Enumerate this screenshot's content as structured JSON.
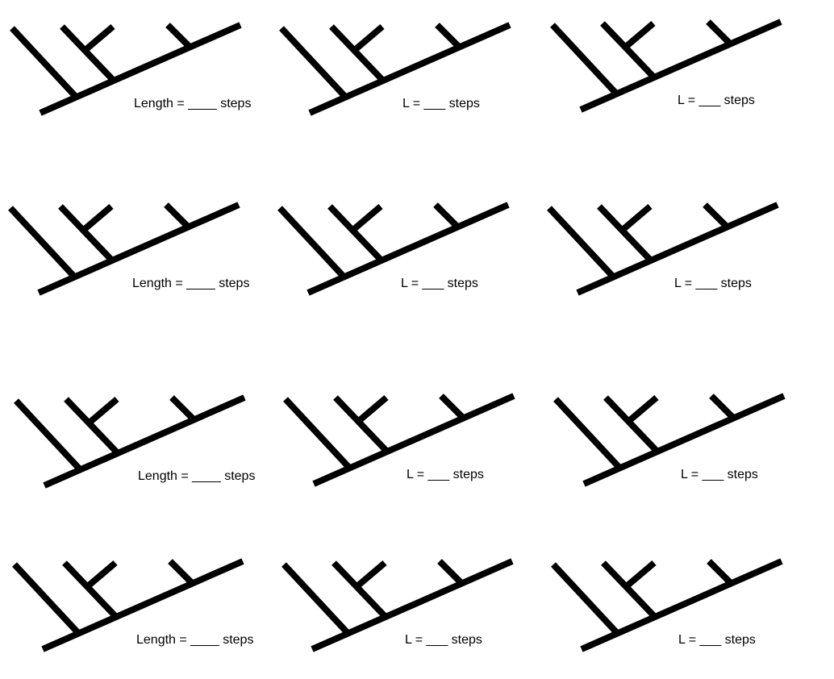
{
  "worksheet": {
    "rows": [
      {
        "labels": [
          "Length = ____ steps",
          "L = ___ steps",
          "L = ___ steps"
        ]
      },
      {
        "labels": [
          "Length = ____ steps",
          "L = ___ steps",
          "L = ___ steps"
        ]
      },
      {
        "labels": [
          "Length = ____ steps",
          "L = ___ steps",
          "L = ___ steps"
        ]
      },
      {
        "labels": [
          "Length = ____ steps",
          "L = ___ steps",
          "L = ___ steps"
        ]
      }
    ]
  },
  "colors": {
    "line": "#000000",
    "background": "#ffffff"
  }
}
